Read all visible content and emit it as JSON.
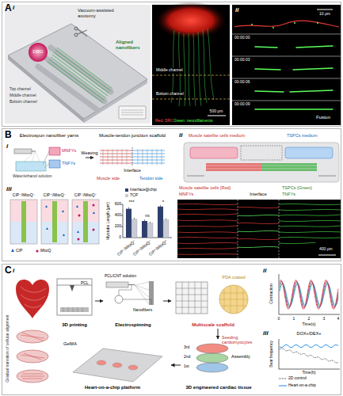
{
  "diagram": {
    "nodes": [
      {
        "text": [
          "A"
        ]
      },
      {
        "text": [
          "B"
        ]
      },
      {
        "text": [
          "C"
        ]
      },
      {
        "text": [
          "Electrospun nanofiber yarns"
        ],
        "in": 1
      },
      {
        "text": [
          "Muscle-tendon junction scaffold"
        ],
        "in": 1
      },
      {
        "text": [
          "3D printing"
        ],
        "in": 2
      },
      {
        "text": [
          "Electrospinning"
        ],
        "in": 2
      },
      {
        "text": [
          "Multiscale scaffold"
        ],
        "in": 2
      },
      {
        "text": [
          "3D engineered cardiac tissue"
        ],
        "in": 2
      },
      {
        "text": [
          "Heart-on-a-chip platform"
        ],
        "in": 2
      }
    ],
    "edges": [
      {
        "from": 3,
        "to": 4,
        "label": "Weaving",
        "arrow": "to"
      },
      {
        "from": 5,
        "to": 6,
        "arrow": "to"
      },
      {
        "from": 6,
        "to": 7,
        "arrow": "to"
      },
      {
        "from": 7,
        "to": 8,
        "label": "Seeding cardiomyocytes",
        "arrow": "to"
      },
      {
        "from": 8,
        "to": 9,
        "arrow": "to"
      }
    ],
    "labels": [
      "i",
      "DRG",
      "Vacuum-assisted axotomy",
      "Aligned nanofibers",
      "Top channel",
      "Middle channel",
      "Bottom channel",
      "Middle channel",
      "Bottom channel",
      "500 μm",
      "Red: DRG",
      "Green: neurofilaments",
      "ii",
      "10 μm",
      "00:00:00",
      "00:00:03",
      "00:00:06",
      "00:00:09",
      "Fusion",
      "i",
      "MNFYs",
      "TNFYs",
      "Water/ethanol solution",
      "Interface",
      "Muscle side",
      "Tendon side",
      "ii",
      "Muscle satellite cells medium",
      "TSPCs medium",
      "iii",
      "CIP⁻/MitoQ⁻",
      "CIP⁺/MitoQ⁻",
      "CIP⁺/MitoQ⁺",
      "Myotube Length (μm)",
      "600",
      "400",
      "200",
      "0",
      "***",
      "ns",
      "*",
      "CIP⁻/MitoQ⁻",
      "CIP⁺/MitoQ⁻",
      "CIP⁺/MitoQ⁺",
      "Muscle satellite cells (Red)",
      "MNFYs",
      "Interface",
      "TSPCs (Green)",
      "TNFYs",
      "400 μm",
      "i",
      "Gradual transition of cellular alignment",
      "PCL",
      "PCL/CNT solution",
      "Nanofibers",
      "PDA coated",
      "3rd",
      "2nd",
      "1st",
      "Assembly",
      "GelMA",
      "ii",
      "Contraction",
      "0",
      "1",
      "2",
      "3",
      "4",
      "Time(s)",
      "iii",
      "DOX+/DEX+",
      "Beat frequency",
      "Time(h)"
    ],
    "legend": [
      {
        "text": "Interface@chip",
        "color": "#2e3f6e"
      },
      {
        "text": "TCP",
        "color": "#c9ccd6"
      },
      {
        "text": "CIP"
      },
      {
        "text": "MitoQ"
      },
      {
        "text": "2D control"
      },
      {
        "text": "Heart-on-a-chip"
      }
    ]
  }
}
